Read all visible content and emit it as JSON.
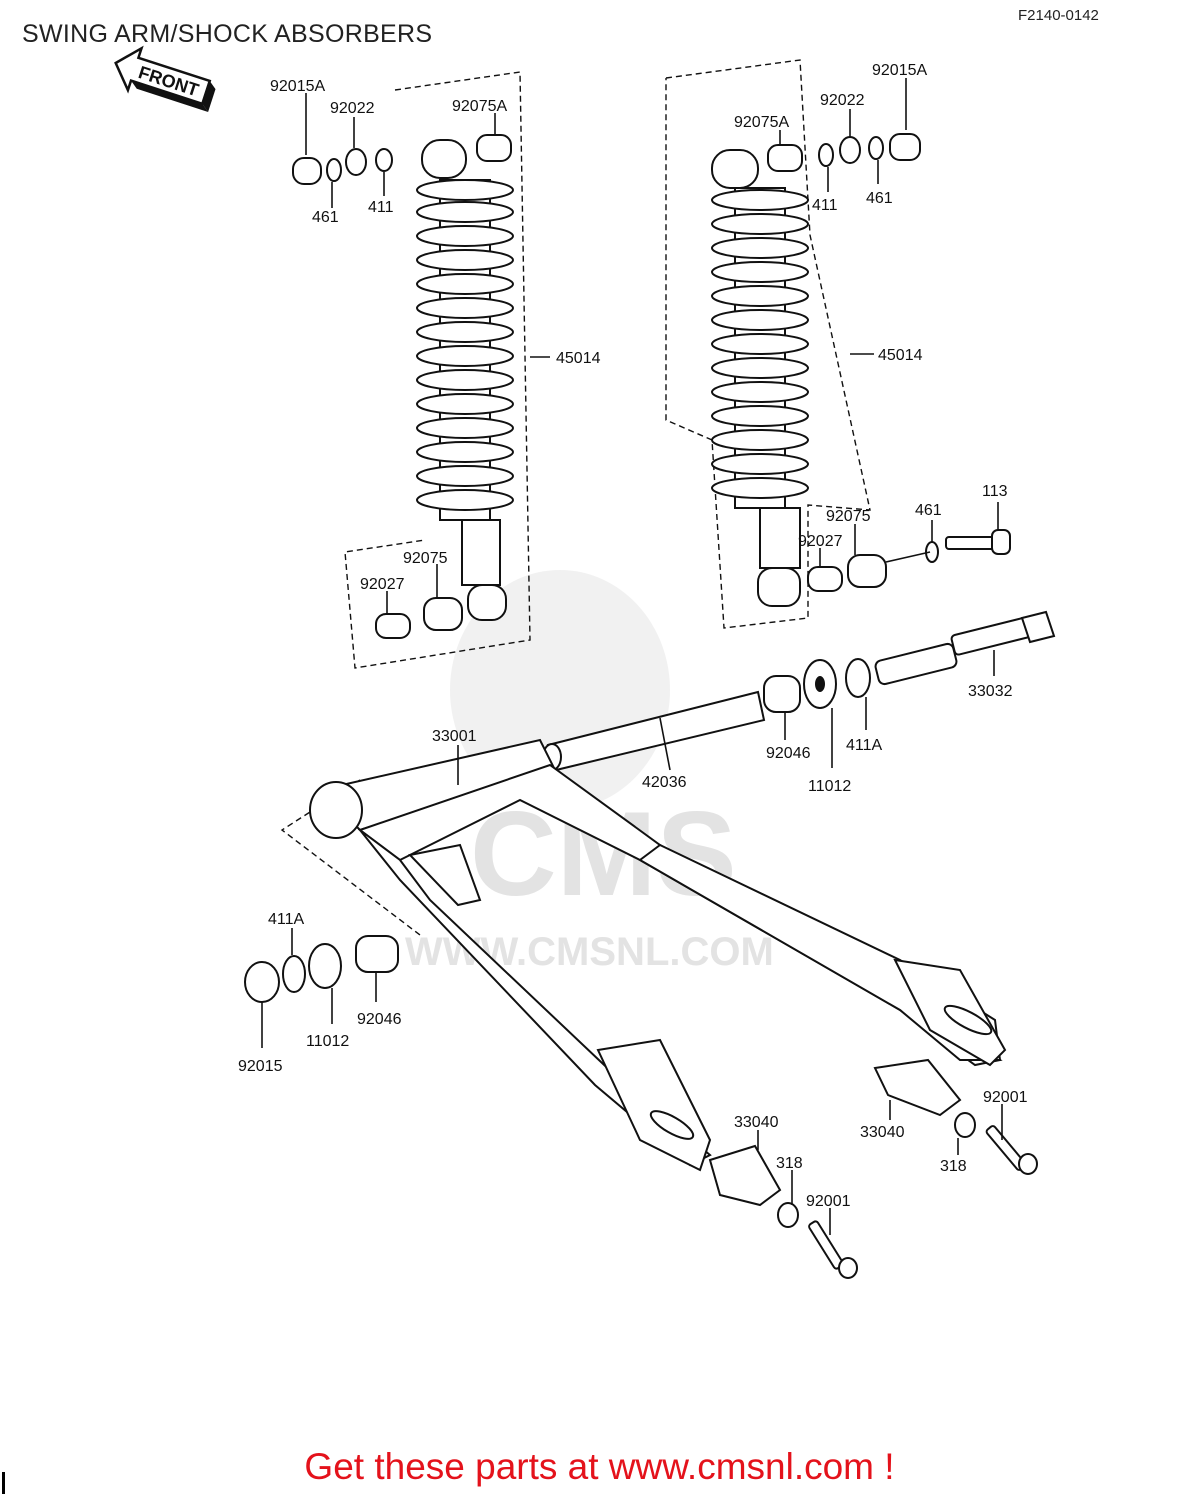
{
  "header": {
    "title": "SWING ARM/SHOCK ABSORBERS",
    "figure_code": "F2140-0142",
    "front_badge": "FRONT"
  },
  "watermark": {
    "brand": "CMS",
    "url": "WWW.CMSNL.COM"
  },
  "footer": {
    "promo_text": "Get these parts at www.cmsnl.com !"
  },
  "callouts": {
    "left_92015A": "92015A",
    "left_92022": "92022",
    "left_92075A": "92075A",
    "left_461": "461",
    "left_411": "411",
    "left_45014": "45014",
    "left_92075": "92075",
    "left_92027": "92027",
    "right_92015A": "92015A",
    "right_92022": "92022",
    "right_92075A": "92075A",
    "right_411": "411",
    "right_461": "461",
    "right_45014": "45014",
    "right_92075": "92075",
    "right_92027": "92027",
    "right_461b": "461",
    "right_113": "113",
    "p33032": "33032",
    "p33001": "33001",
    "p92046_r": "92046",
    "p411A_r": "411A",
    "p42036": "42036",
    "p11012_r": "11012",
    "p411A_l": "411A",
    "p92046_l": "92046",
    "p11012_l": "11012",
    "p92015": "92015",
    "p33040_l": "33040",
    "p318_l": "318",
    "p92001_l": "92001",
    "p33040_r": "33040",
    "p92001_r": "92001",
    "p318_r": "318"
  }
}
